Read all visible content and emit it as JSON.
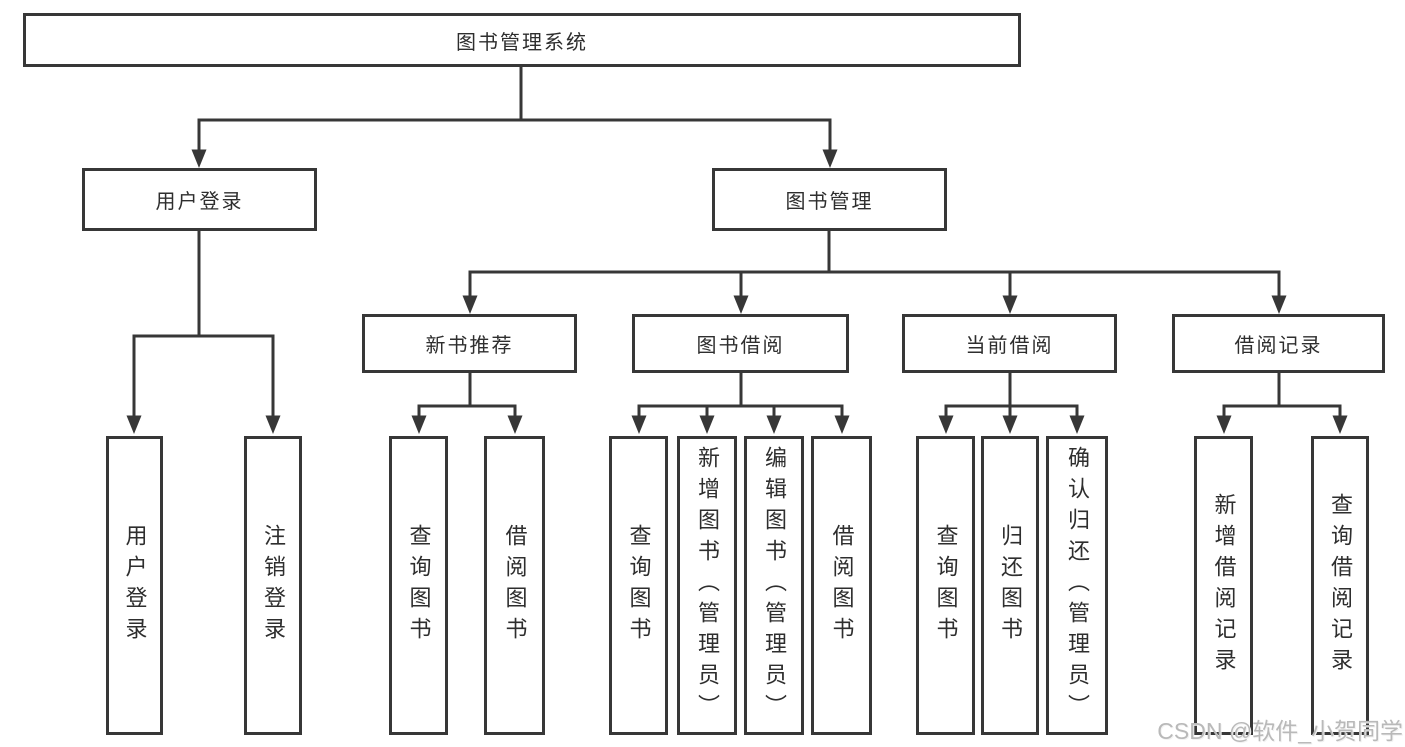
{
  "tree": {
    "root": {
      "label": "图书管理系统",
      "children": [
        {
          "label": "用户登录",
          "children": [
            {
              "label": "用户登录"
            },
            {
              "label": "注销登录"
            }
          ]
        },
        {
          "label": "图书管理",
          "children": [
            {
              "label": "新书推荐",
              "children": [
                {
                  "label": "查询图书"
                },
                {
                  "label": "借阅图书"
                }
              ]
            },
            {
              "label": "图书借阅",
              "children": [
                {
                  "label": "查询图书"
                },
                {
                  "label": "新增图书（管理员）"
                },
                {
                  "label": "编辑图书（管理员）"
                },
                {
                  "label": "借阅图书"
                }
              ]
            },
            {
              "label": "当前借阅",
              "children": [
                {
                  "label": "查询图书"
                },
                {
                  "label": "归还图书"
                },
                {
                  "label": "确认归还（管理员）"
                }
              ]
            },
            {
              "label": "借阅记录",
              "children": [
                {
                  "label": "新增借阅记录"
                },
                {
                  "label": "查询借阅记录"
                }
              ]
            }
          ]
        }
      ]
    }
  },
  "watermark": "CSDN @软件_小贺同学",
  "colors": {
    "line": "#373737",
    "text": "#2e2e2e",
    "background": "#ffffff",
    "watermark": "#b9b9b9"
  }
}
